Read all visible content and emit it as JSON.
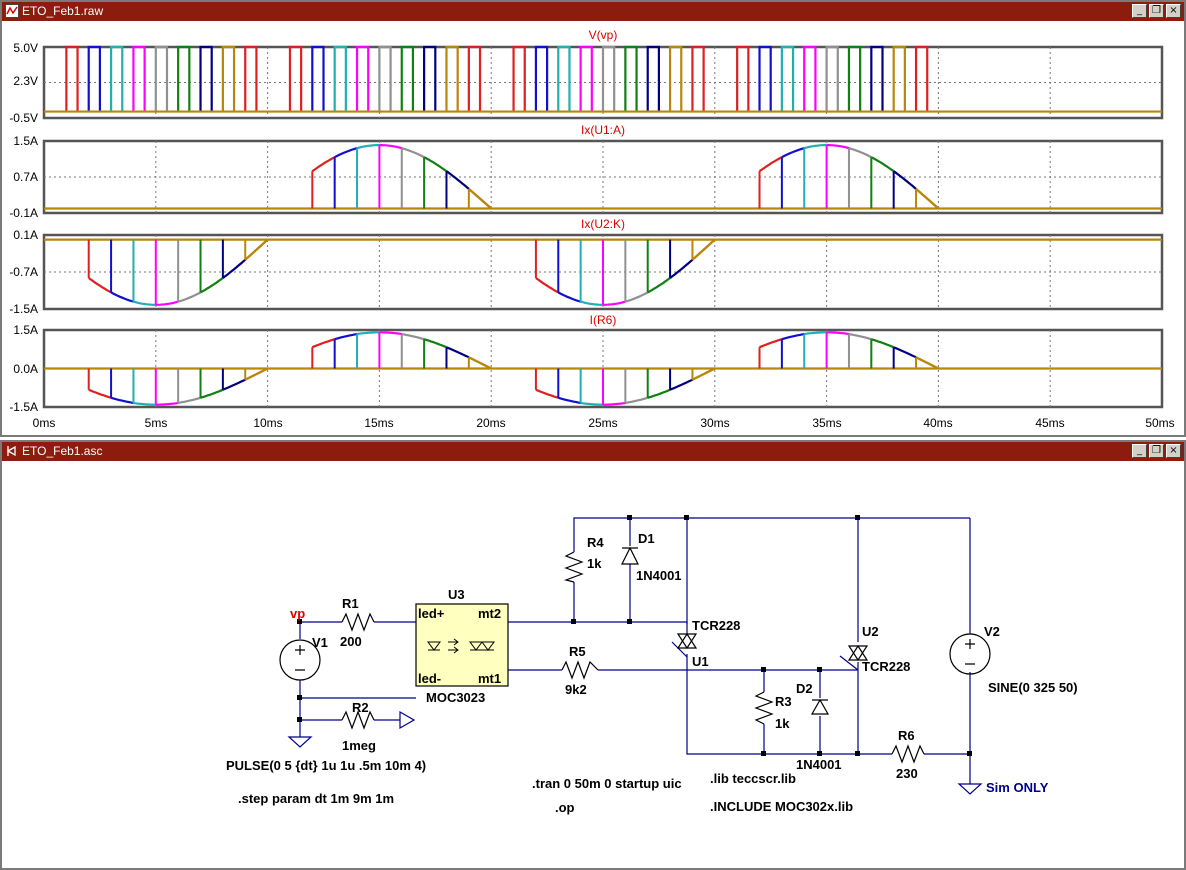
{
  "waveform_window": {
    "title": "ETO_Feb1.raw",
    "controls": {
      "minimize": "_",
      "restore": "❐",
      "close": "×"
    },
    "panes": [
      {
        "trace": "V(vp)",
        "ticks": [
          "5.0V",
          "2.3V",
          "-0.5V"
        ]
      },
      {
        "trace": "Ix(U1:A)",
        "ticks": [
          "1.5A",
          "0.7A",
          "-0.1A"
        ]
      },
      {
        "trace": "Ix(U2:K)",
        "ticks": [
          "0.1A",
          "-0.7A",
          "-1.5A"
        ]
      },
      {
        "trace": "I(R6)",
        "ticks": [
          "1.5A",
          "0.0A",
          "-1.5A"
        ]
      }
    ],
    "x_ticks": [
      "0ms",
      "5ms",
      "10ms",
      "15ms",
      "20ms",
      "25ms",
      "30ms",
      "35ms",
      "40ms",
      "45ms",
      "50ms"
    ],
    "step_colors": [
      "#e02020",
      "#1010d0",
      "#20b0b0",
      "#ff00ff",
      "#909090",
      "#108010",
      "#000080",
      "#b8860b"
    ]
  },
  "chart_data": {
    "type": "line",
    "x_unit": "ms",
    "xlim": [
      0,
      50
    ],
    "step_parameter": "dt",
    "step_values": [
      "1m",
      "2m",
      "3m",
      "4m",
      "5m",
      "6m",
      "7m",
      "8m",
      "9m"
    ],
    "panes": [
      {
        "trace": "V(vp)",
        "ylim": [
          -0.5,
          5.0
        ],
        "description_values": {
          "high": 5,
          "low": 0,
          "pulse_width_ms": 0.5,
          "period_ms": 10,
          "pulses": 4
        }
      },
      {
        "trace": "Ix(U1:A)",
        "ylim": [
          -0.1,
          1.5
        ],
        "peak": 1.41,
        "conducts_in_half_cycles_ms": [
          [
            10,
            20
          ],
          [
            30,
            40
          ]
        ]
      },
      {
        "trace": "Ix(U2:K)",
        "ylim": [
          -1.5,
          0.1
        ],
        "peak": -1.41,
        "conducts_in_half_cycles_ms": [
          [
            0,
            10
          ],
          [
            20,
            30
          ]
        ]
      },
      {
        "trace": "I(R6)",
        "ylim": [
          -1.5,
          1.5
        ],
        "peak": 1.41
      }
    ]
  },
  "schematic_window": {
    "title": "ETO_Feb1.asc",
    "controls": {
      "minimize": "_",
      "restore": "❐",
      "close": "×"
    },
    "labels": {
      "vp": "vp",
      "V1": "V1",
      "R1": "R1",
      "R1v": "200",
      "R2": "R2",
      "R2v": "1meg",
      "U3": "U3",
      "ledp": "led+",
      "ledm": "led-",
      "mt2": "mt2",
      "mt1": "mt1",
      "U3model": "MOC3023",
      "R4": "R4",
      "R4v": "1k",
      "D1": "D1",
      "D1v": "1N4001",
      "U1model": "TCR228",
      "U1": "U1",
      "R5": "R5",
      "R5v": "9k2",
      "U2": "U2",
      "U2model": "TCR228",
      "R3": "R3",
      "R3v": "1k",
      "D2": "D2",
      "D2v": "1N4001",
      "R6": "R6",
      "R6v": "230",
      "V2": "V2",
      "V2v": "SINE(0 325 50)",
      "simonly": "Sim ONLY"
    },
    "directives": {
      "pulse": "PULSE(0 5 {dt} 1u 1u .5m 10m 4)",
      "step": ".step param dt 1m 9m 1m",
      "tran": ".tran 0 50m 0 startup uic",
      "op": ".op",
      "lib": ".lib teccscr.lib",
      "include": ".INCLUDE MOC302x.lib"
    }
  }
}
